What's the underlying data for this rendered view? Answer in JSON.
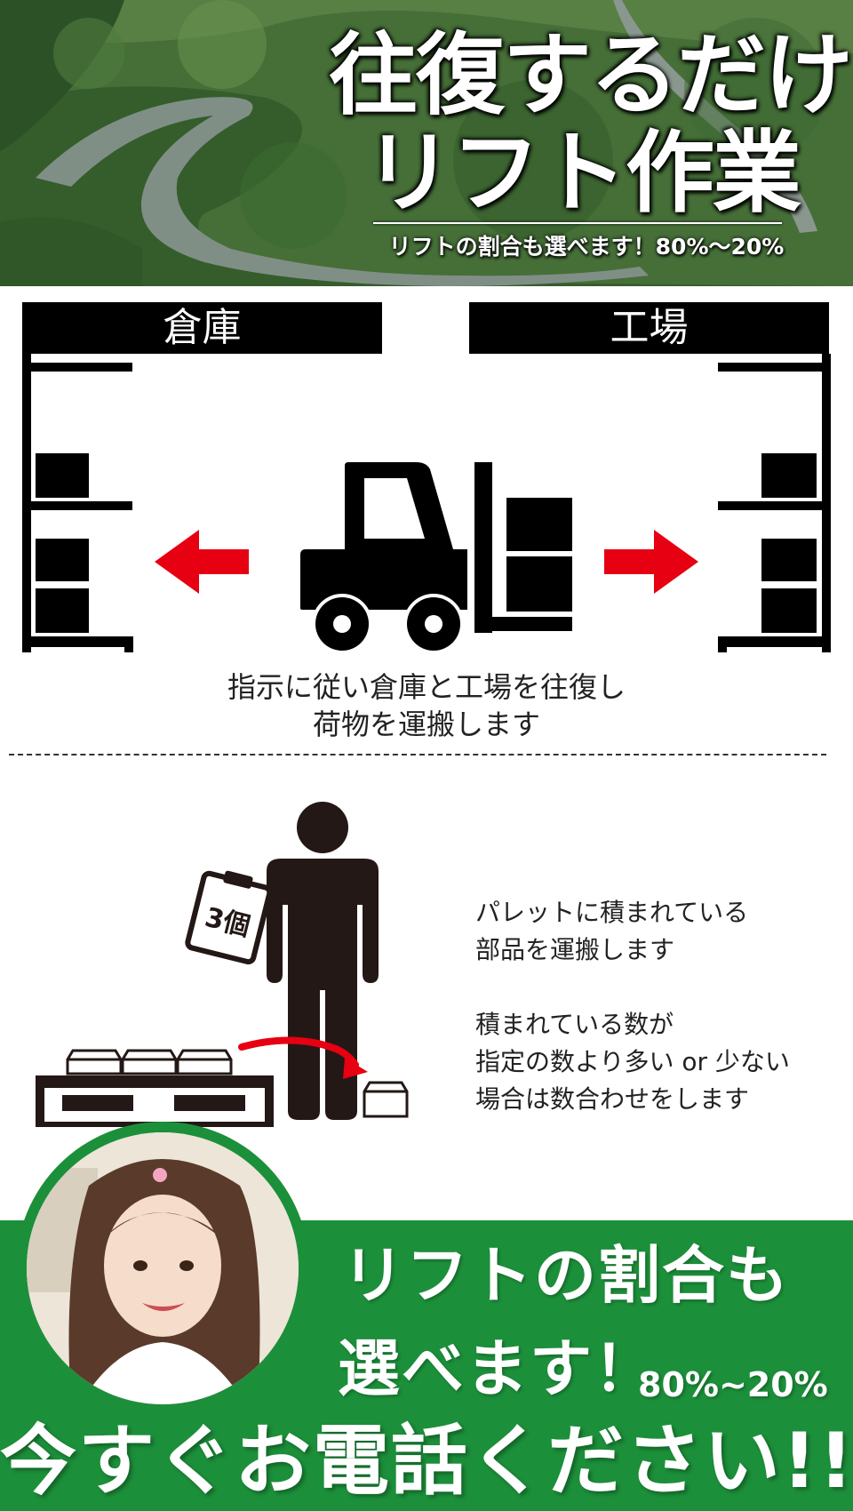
{
  "hero": {
    "title_line1": "往復するだけ",
    "title_line2": "リフト作業",
    "subtitle": "リフトの割合も選べます！80%～20%"
  },
  "section1": {
    "left_label": "倉庫",
    "right_label": "工場",
    "caption_line1": "指示に従い倉庫と工場を往復し",
    "caption_line2": "荷物を運搬します",
    "arrow_color": "#e60012"
  },
  "section2": {
    "clipboard_label": "3個",
    "desc_line1": "パレットに積まれている",
    "desc_line2": "部品を運搬します",
    "desc_line3": "積まれている数が",
    "desc_line4": "指定の数より多い or 少ない",
    "desc_line5": "場合は数合わせをします"
  },
  "cta": {
    "line1": "リフトの割合も",
    "line2": "選べます！",
    "percent": "80%~20%",
    "call": "今すぐお電話ください!!",
    "band_color": "#1c8f3a"
  }
}
